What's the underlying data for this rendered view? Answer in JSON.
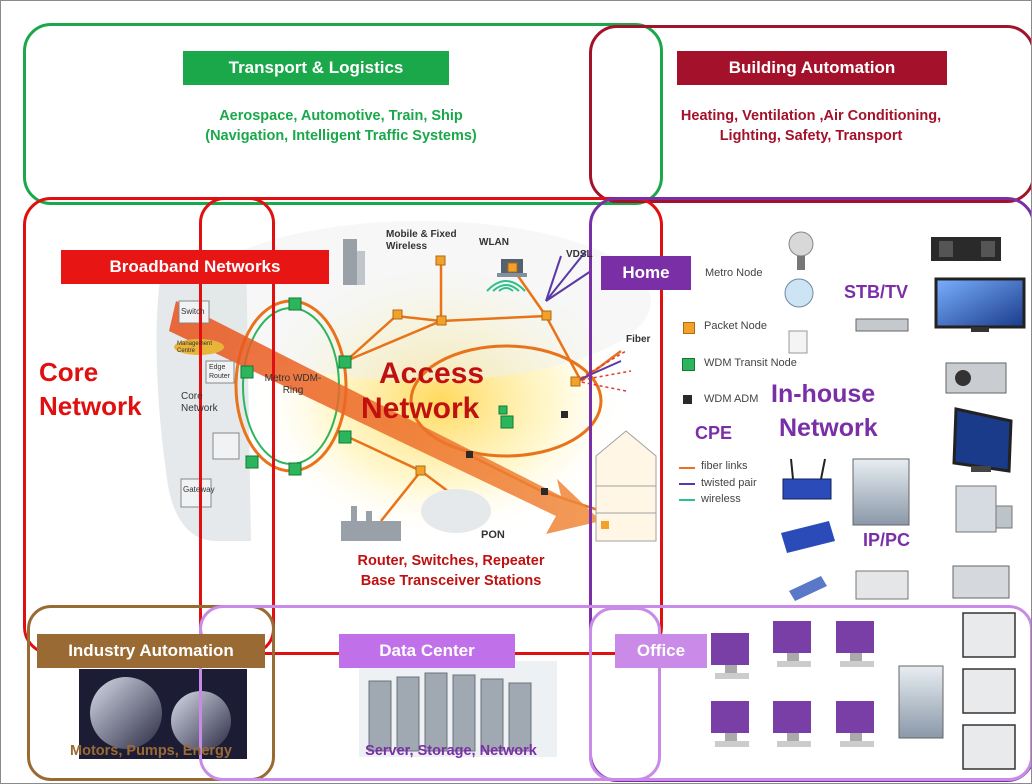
{
  "regions": {
    "transport": {
      "label": "Transport & Logistics",
      "caption_line1": "Aerospace, Automotive, Train, Ship",
      "caption_line2": "(Navigation, Intelligent Traffic Systems)",
      "color": "#1aa84a",
      "label_bg": "#1aa84a"
    },
    "building": {
      "label": "Building Automation",
      "caption_line1": "Heating, Ventilation ,Air Conditioning,",
      "caption_line2": "Lighting, Safety, Transport",
      "color": "#a3122a",
      "label_bg": "#a3122a"
    },
    "broadband": {
      "label": "Broadband Networks",
      "color": "#e01010",
      "label_bg": "#e81515"
    },
    "core": {
      "title_line1": "Core",
      "title_line2": "Network",
      "color": "#e01010"
    },
    "access": {
      "title_line1": "Access",
      "title_line2": "Network",
      "caption_line1": "Router, Switches,  Repeater",
      "caption_line2": "Base Transceiver Stations",
      "color": "#c01010"
    },
    "home": {
      "label": "Home",
      "label_bg": "#7a2fa6",
      "color": "#7a2fa6",
      "stb": "STB/TV",
      "inhouse_line1": "In-house",
      "inhouse_line2": "Network",
      "cpe": "CPE",
      "ippc": "IP/PC"
    },
    "industry": {
      "label": "Industry Automation",
      "caption": "Motors, Pumps, Energy",
      "color": "#9a6a35",
      "label_bg": "#9a6a35"
    },
    "datacenter": {
      "label": "Data Center",
      "caption": "Server, Storage, Network",
      "color": "#c98ae8",
      "label_bg": "#c070e8",
      "caption_color": "#7a2fa6"
    },
    "office": {
      "label": "Office",
      "color": "#c98ae8",
      "label_bg": "#c98ae8"
    }
  },
  "network_image": {
    "core_label": "Core Network",
    "metro_label": "Metro WDM-Ring",
    "edge_label": "Edge Router",
    "mgmt_label": "Management Centre",
    "mobile_label": "Mobile & Fixed Wireless",
    "wlan_label": "WLAN",
    "pon_label": "PON",
    "fiber_label": "Fiber",
    "vdsl_label": "VDSL",
    "switch_label": "Switch",
    "gateway_label": "Gateway"
  },
  "legend": {
    "metro_node": "Metro Node",
    "packet_node": "Packet Node",
    "wdm_transit": "WDM Transit Node",
    "wdm_adm": "WDM ADM",
    "fiber_links": "fiber links",
    "twisted_pair": "twisted pair",
    "wireless": "wireless"
  },
  "colors": {
    "orange_fiber": "#e8731a",
    "node_green": "#2db55d",
    "node_orange": "#f2a22a",
    "purple_link": "#5a38a8",
    "wireless_green": "#2fbf8a"
  }
}
